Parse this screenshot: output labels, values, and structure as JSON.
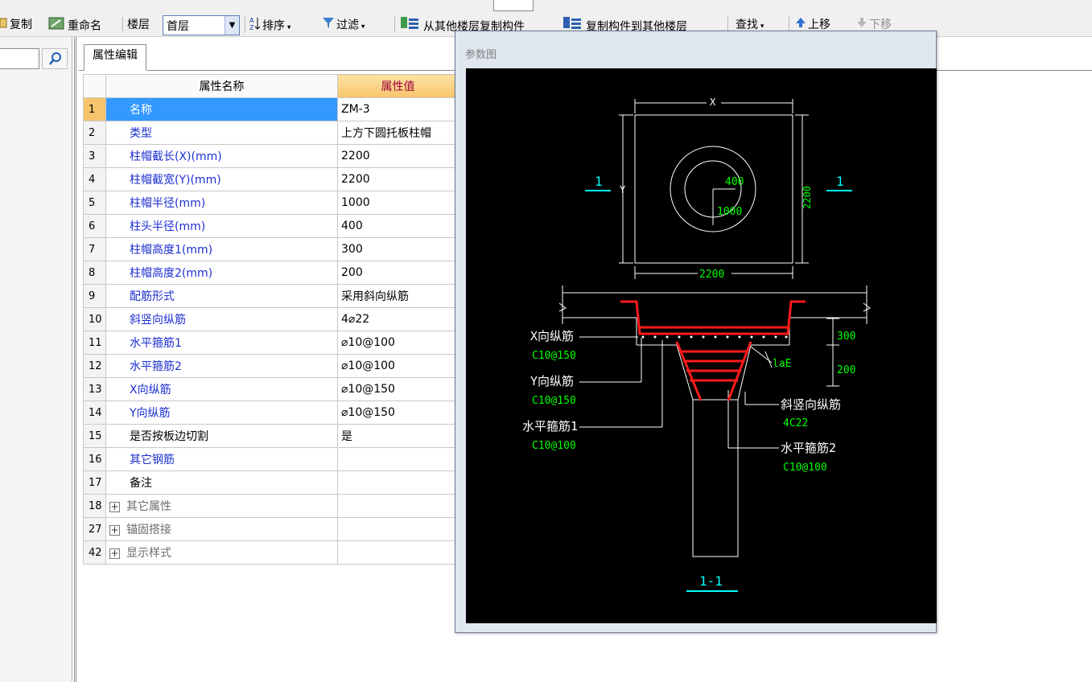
{
  "toolbar": {
    "copy_label": "复制",
    "rename_label": "重命名",
    "floor_label": "楼层",
    "floor_value": "首层",
    "sort_label": "排序",
    "filter_label": "过滤",
    "copy_from_other_label": "从其他楼层复制构件",
    "copy_to_other_label": "复制构件到其他楼层",
    "find_label": "查找",
    "move_up_label": "上移",
    "move_down_label": "下移"
  },
  "tab": {
    "label": "属性编辑"
  },
  "grid": {
    "col_name": "属性名称",
    "col_value": "属性值",
    "rows": [
      {
        "num": "1",
        "name": "名称",
        "value": "ZM-3"
      },
      {
        "num": "2",
        "name": "类型",
        "value": "上方下圆托板柱帽"
      },
      {
        "num": "3",
        "name": "柱帽截长(X)(mm)",
        "value": "2200"
      },
      {
        "num": "4",
        "name": "柱帽截宽(Y)(mm)",
        "value": "2200"
      },
      {
        "num": "5",
        "name": "柱帽半径(mm)",
        "value": "1000"
      },
      {
        "num": "6",
        "name": "柱头半径(mm)",
        "value": "400"
      },
      {
        "num": "7",
        "name": "柱帽高度1(mm)",
        "value": "300"
      },
      {
        "num": "8",
        "name": "柱帽高度2(mm)",
        "value": "200"
      },
      {
        "num": "9",
        "name": "配筋形式",
        "value": "采用斜向纵筋"
      },
      {
        "num": "10",
        "name": "斜竖向纵筋",
        "value": "4⌀22"
      },
      {
        "num": "11",
        "name": "水平箍筋1",
        "value": "⌀10@100"
      },
      {
        "num": "12",
        "name": "水平箍筋2",
        "value": "⌀10@100"
      },
      {
        "num": "13",
        "name": "X向纵筋",
        "value": "⌀10@150"
      },
      {
        "num": "14",
        "name": "Y向纵筋",
        "value": "⌀10@150"
      },
      {
        "num": "15",
        "name": "是否按板边切割",
        "value": "是"
      },
      {
        "num": "16",
        "name": "其它钢筋",
        "value": ""
      },
      {
        "num": "17",
        "name": "备注",
        "value": ""
      }
    ],
    "groups": [
      {
        "num": "18",
        "name": "其它属性"
      },
      {
        "num": "27",
        "name": "锚固搭接"
      },
      {
        "num": "42",
        "name": "显示样式"
      }
    ]
  },
  "popup": {
    "title": "参数图",
    "drawing": {
      "dim_x": "X",
      "dim_y": "Y",
      "r_inner": "400",
      "r_outer": "1000",
      "side_right": "2200",
      "bottom_width": "2200",
      "section_mark": "1",
      "section_title": "1-1",
      "x_bar": "X向纵筋",
      "x_bar_spec": "C10@150",
      "y_bar": "Y向纵筋",
      "y_bar_spec": "C10@150",
      "stirrup1": "水平箍筋1",
      "stirrup1_spec": "C10@100",
      "diag_bar": "斜竖向纵筋",
      "diag_bar_spec": "4C22",
      "stirrup2": "水平箍筋2",
      "stirrup2_spec": "C10@100",
      "h1": "300",
      "h2": "200",
      "lae": "laE"
    }
  }
}
